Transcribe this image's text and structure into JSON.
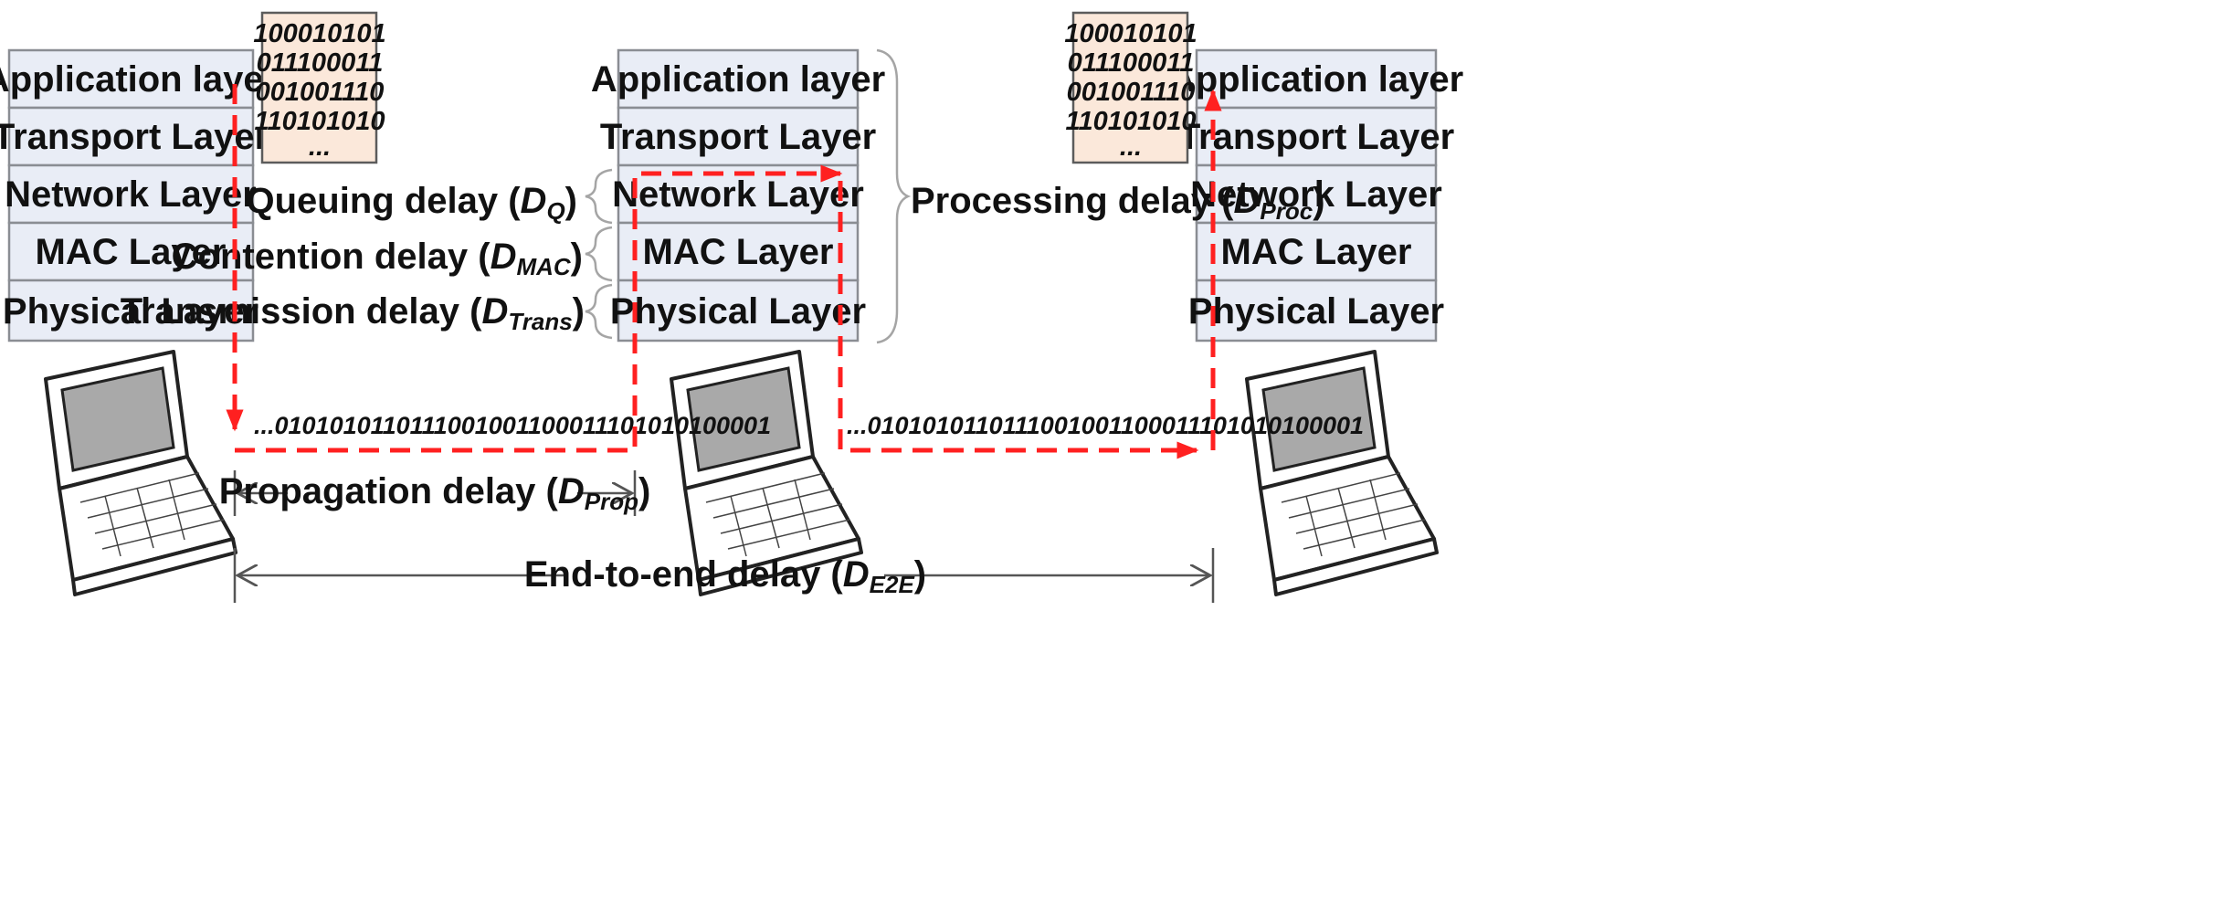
{
  "stacks": {
    "left": [
      "Application layer",
      "Transport Layer",
      "Network Layer",
      "MAC Layer",
      "Physical Layer"
    ],
    "middle": [
      "Application layer",
      "Transport Layer",
      "Network Layer",
      "MAC Layer",
      "Physical Layer"
    ],
    "right": [
      "Application layer",
      "Transport Layer",
      "Network Layer",
      "MAC Layer",
      "Physical Layer"
    ]
  },
  "binary_box": {
    "left_lines": [
      "100010101",
      "011100011",
      "001001110",
      "110101010",
      "..."
    ],
    "right_lines": [
      "100010101",
      "011100011",
      "001001110",
      "110101010",
      "..."
    ]
  },
  "delays": {
    "queuing": {
      "text": "Queuing delay (",
      "symbol": "D",
      "sub": "Q",
      "close": ")"
    },
    "contention": {
      "text": "Contention delay (",
      "symbol": "D",
      "sub": "MAC",
      "close": ")"
    },
    "transmission": {
      "text": "Transmission delay (",
      "symbol": "D",
      "sub": "Trans",
      "close": ")"
    },
    "processing": {
      "text": "Processing delay (",
      "symbol": "D",
      "sub": "Proc",
      "close": ")"
    },
    "propagation": {
      "text": "Propagation delay (",
      "symbol": "D",
      "sub": "Prop",
      "close": ")"
    },
    "end_to_end": {
      "text": "End-to-end delay (",
      "symbol": "D",
      "sub": "E2E",
      "close": ")"
    }
  },
  "bitstreams": {
    "left": "...0101010110111001001100011101010100001",
    "right": "...0101010110111001001100011101010100001"
  },
  "colors": {
    "layer_fill": "#e9edf6",
    "binary_box_fill": "#fbe8da",
    "data_path": "#ff2020"
  }
}
